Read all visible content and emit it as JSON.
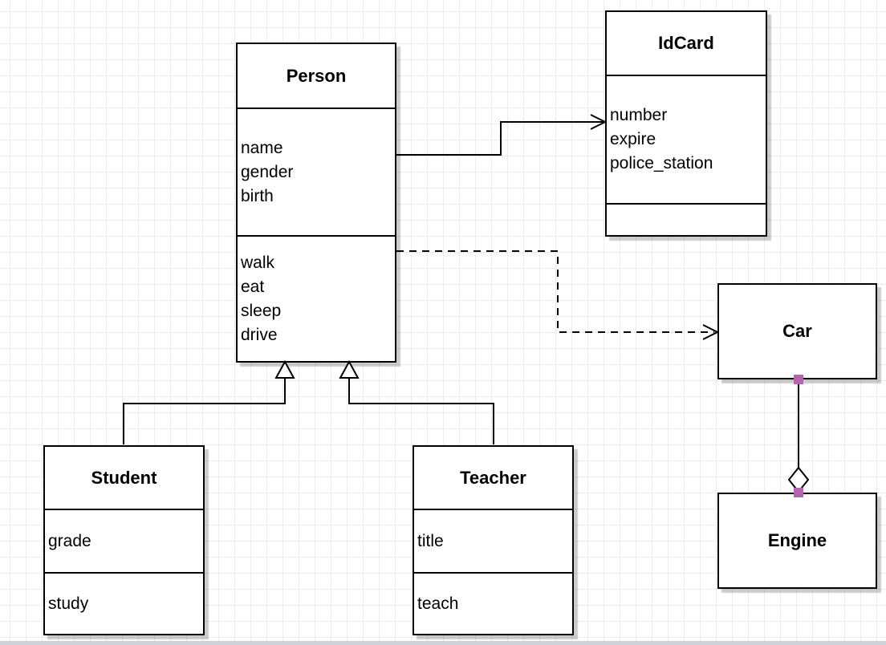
{
  "diagram": {
    "type": "uml-class-diagram",
    "classes": [
      {
        "id": "person",
        "title": "Person",
        "attributes": [
          "name",
          "gender",
          "birth"
        ],
        "methods": [
          "walk",
          "eat",
          "sleep",
          "drive"
        ]
      },
      {
        "id": "idcard",
        "title": "IdCard",
        "attributes": [
          "number",
          "expire",
          "police_station"
        ],
        "methods": []
      },
      {
        "id": "car",
        "title": "Car",
        "attributes": [],
        "methods": []
      },
      {
        "id": "engine",
        "title": "Engine",
        "attributes": [],
        "methods": []
      },
      {
        "id": "student",
        "title": "Student",
        "attributes": [
          "grade"
        ],
        "methods": [
          "study"
        ]
      },
      {
        "id": "teacher",
        "title": "Teacher",
        "attributes": [
          "title"
        ],
        "methods": [
          "teach"
        ]
      }
    ],
    "relationships": [
      {
        "from": "Person",
        "to": "IdCard",
        "type": "directed-association",
        "line": "solid",
        "arrow": "open"
      },
      {
        "from": "Person",
        "to": "Car",
        "type": "dependency",
        "line": "dashed",
        "arrow": "open"
      },
      {
        "from": "Student",
        "to": "Person",
        "type": "generalization",
        "line": "solid",
        "arrow": "hollow-triangle"
      },
      {
        "from": "Teacher",
        "to": "Person",
        "type": "generalization",
        "line": "solid",
        "arrow": "hollow-triangle"
      },
      {
        "from": "Car",
        "to": "Engine",
        "type": "aggregation",
        "line": "solid",
        "marker": "hollow-diamond",
        "endpoints": "purple-handles"
      }
    ],
    "colors": {
      "box_fill": "#ffffff",
      "box_border": "#000000",
      "grid_line": "#ececec",
      "handle_purple": "#b366af",
      "shadow": "rgba(0,0,0,0.20)"
    }
  }
}
